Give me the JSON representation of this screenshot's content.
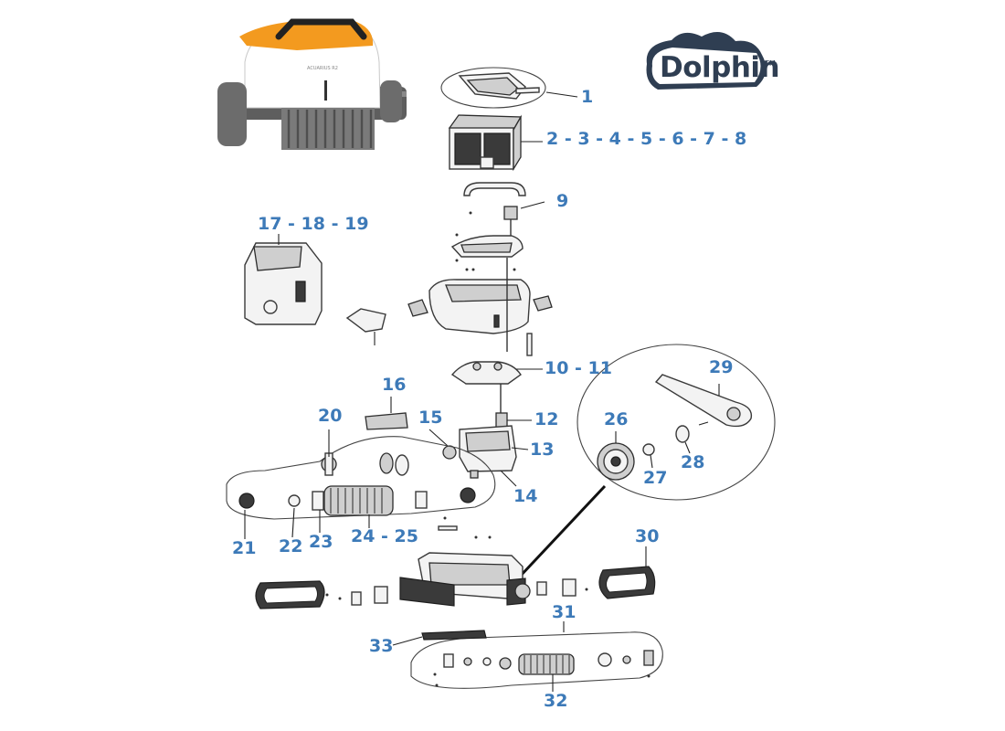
{
  "brand": {
    "name": "Dolphin",
    "trademark": "TM"
  },
  "product": {
    "model_label": "ACUARIUS R2"
  },
  "callouts": [
    {
      "id": "c1",
      "text": "1"
    },
    {
      "id": "c2",
      "text": "2 - 3 - 4 - 5 - 6 - 7 - 8"
    },
    {
      "id": "c9",
      "text": "9"
    },
    {
      "id": "c10",
      "text": "10 - 11"
    },
    {
      "id": "c12",
      "text": "12"
    },
    {
      "id": "c13",
      "text": "13"
    },
    {
      "id": "c14",
      "text": "14"
    },
    {
      "id": "c15",
      "text": "15"
    },
    {
      "id": "c16",
      "text": "16"
    },
    {
      "id": "c17",
      "text": "17 - 18 - 19"
    },
    {
      "id": "c20",
      "text": "20"
    },
    {
      "id": "c21",
      "text": "21"
    },
    {
      "id": "c22",
      "text": "22"
    },
    {
      "id": "c23",
      "text": "23"
    },
    {
      "id": "c24",
      "text": "24 - 25"
    },
    {
      "id": "c26",
      "text": "26"
    },
    {
      "id": "c27",
      "text": "27"
    },
    {
      "id": "c28",
      "text": "28"
    },
    {
      "id": "c29",
      "text": "29"
    },
    {
      "id": "c30",
      "text": "30"
    },
    {
      "id": "c31",
      "text": "31"
    },
    {
      "id": "c32",
      "text": "32"
    },
    {
      "id": "c33",
      "text": "33"
    }
  ],
  "colors": {
    "callout": "#3d7ab8",
    "robot_accent": "#f39a1f",
    "logo": "#2f3e52"
  }
}
